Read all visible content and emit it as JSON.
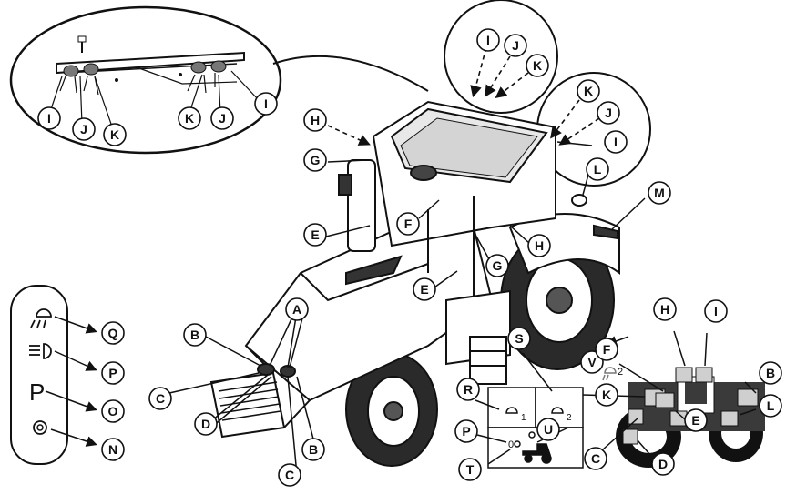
{
  "callouts": {
    "inset": [
      "I",
      "J",
      "K",
      "K",
      "J",
      "I"
    ],
    "roof_front": [
      "I",
      "J",
      "K"
    ],
    "roof_rear": [
      "K",
      "J",
      "I"
    ],
    "cab": [
      "H",
      "G",
      "E",
      "F",
      "H",
      "G",
      "E",
      "L",
      "M"
    ],
    "front": [
      "A",
      "B",
      "C",
      "D",
      "C",
      "B"
    ],
    "panel": [
      "Q",
      "P",
      "O",
      "N"
    ],
    "switches": [
      "S",
      "R",
      "P",
      "U",
      "T",
      "V"
    ],
    "console": [
      "H",
      "I",
      "F",
      "K",
      "B",
      "L",
      "E",
      "C",
      "D"
    ]
  },
  "panel_glyph": "P",
  "switch_numbers": [
    "1",
    "2",
    "0"
  ],
  "console_superscript": "2",
  "icons": [
    "work-light-icon",
    "headlight-icon",
    "park-icon",
    "beacon-icon",
    "tractor-icon"
  ],
  "colors": {
    "line": "#111111",
    "console_bg": "#3a3a3a",
    "console_light": "#cfcfcf",
    "fill": "#ffffff"
  }
}
